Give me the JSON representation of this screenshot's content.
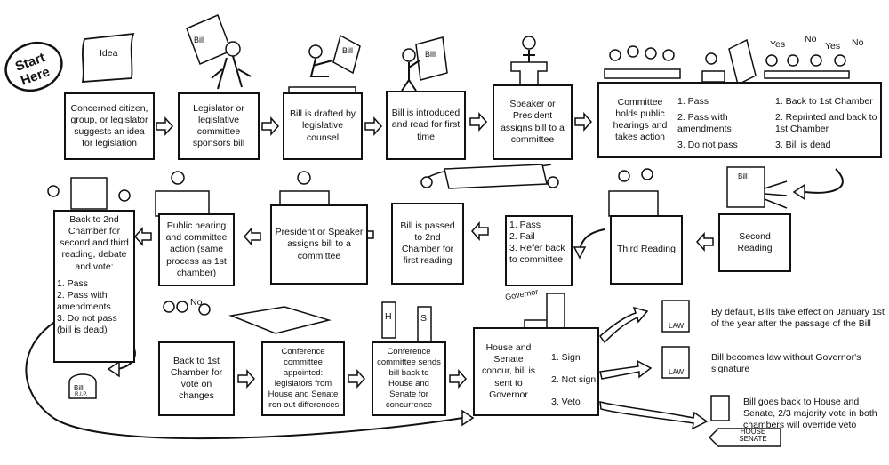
{
  "start": "Start Here",
  "illustration_labels": {
    "idea": "Idea",
    "bill": "Bill",
    "rip": "R.I.P.",
    "law": "LAW",
    "governor": "Governor",
    "house_h": "H",
    "senate_s": "S",
    "no": "No",
    "yes": "Yes",
    "house_senate": "HOUSE SENATE"
  },
  "steps": {
    "s1": "Concerned citizen, group, or legislator suggests an idea for legislation",
    "s2": "Legislator or legislative committee sponsors bill",
    "s3": "Bill is drafted by legislative counsel",
    "s4": "Bill is introduced and read for first time",
    "s5": "Speaker or President assigns bill to a committee",
    "s6_title": "Committee holds public hearings and takes action",
    "s6_opts": [
      "1. Pass",
      "2. Pass with amendments",
      "3. Do not pass"
    ],
    "s6_results": [
      "1. Back to 1st Chamber",
      "2. Reprinted and back to 1st Chamber",
      "3. Bill is dead"
    ],
    "s7": "Second Reading",
    "s8": "Third Reading",
    "s8_opts": [
      "1. Pass",
      "2. Fail",
      "3. Refer back to committee"
    ],
    "s9": "Bill is passed to 2nd Chamber for first reading",
    "s10": "President or Speaker assigns bill to a committee",
    "s11": "Public hearing and committee action (same process as 1st chamber)",
    "s12_title": "Back to 2nd Chamber for second and third reading, debate and vote:",
    "s12_opts": [
      "1. Pass",
      "2. Pass with amendments",
      "3. Do not pass (bill is dead)"
    ],
    "s13": "Back to 1st Chamber for vote on changes",
    "s14": "Conference committee appointed: legislators from House and Senate iron out differences",
    "s15": "Conference committee sends bill back to House and Senate for concurrence",
    "s16_title": "House and Senate concur, bill is sent to Governor",
    "s16_opts": [
      "1. Sign",
      "2. Not sign",
      "3. Veto"
    ]
  },
  "outcomes": {
    "o1": "By default, Bills take effect on January 1st of the year after the passage of the Bill",
    "o2": "Bill becomes law without Governor's signature",
    "o3": "Bill goes back to House and Senate, 2/3 majority vote in both chambers will override veto"
  }
}
